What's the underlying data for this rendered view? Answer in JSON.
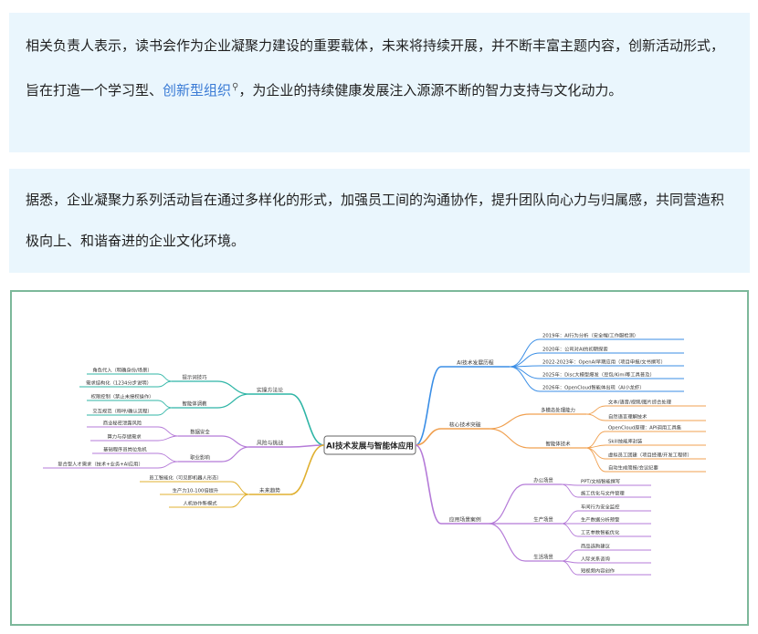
{
  "paragraph1": {
    "before": "相关负责人表示，读书会作为企业凝聚力建设的重要载体，未来将持续开展，并不断丰富主题内容，创新活动形式，旨在打造一个学习型、",
    "link": "创新型组织",
    "after": "，为企业的持续健康发展注入源源不断的智力支持与文化动力。"
  },
  "paragraph2": {
    "text": "据悉，企业凝聚力系列活动旨在通过多样化的形式，加强员工间的沟通协作，提升团队向心力与归属感，共同营造积极向上、和谐奋进的企业文化环境。"
  },
  "colors": {
    "blue": "#3a8ee6",
    "orange": "#f0a050",
    "purple": "#b57bd8",
    "teal": "#2fb5a6",
    "gold": "#e0b030",
    "frame": "#7cb89a"
  },
  "mindmap": {
    "root": "AI技术发展与智能体应用",
    "right": [
      {
        "label": "AI技术发展历程",
        "color": "blue",
        "leaves": [
          "2019年：AI行为分析（安全帽/工作服检测）",
          "2020年：公司对AI的初期探索",
          "2022-2023年：OpenAI早期应用（项目申报/文书撰写）",
          "2025年：Disc大模型爆发（豆包/Kimi等工具普及）",
          "2026年：OpenCloud智能体出现（AI小龙虾）"
        ]
      },
      {
        "label": "核心技术突破",
        "color": "orange",
        "subs": [
          {
            "label": "多模态处理能力",
            "leaves": [
              "文本/语音/视频/图片综合处理",
              "自然语言理解技术"
            ]
          },
          {
            "label": "智能体技术",
            "leaves": [
              "OpenCloud原理：API调用工具集",
              "Skill技能库封装",
              "虚拟员工团建（项目经理/开发工程师）",
              "自动生成简报/会议纪要"
            ]
          }
        ]
      },
      {
        "label": "应用场景案例",
        "color": "purple",
        "subs": [
          {
            "label": "办公场景",
            "leaves": [
              "PPT/文档智能撰写",
              "施工优化与文件管理"
            ]
          },
          {
            "label": "生产场景",
            "leaves": [
              "车间行为安全监控",
              "生产数据分析预警",
              "工艺参数智能优化"
            ]
          },
          {
            "label": "生活场景",
            "leaves": [
              "商品选购建议",
              "人际关系咨询",
              "短视频内容创作"
            ]
          }
        ]
      }
    ],
    "left": [
      {
        "label": "实操方法论",
        "color": "teal",
        "subs": [
          {
            "label": "提示词技巧",
            "leaves": [
              "角色代入（明确身份/场景）",
              "需求结构化（1234分步说明）"
            ]
          },
          {
            "label": "智能体调教",
            "leaves": [
              "权限控制（禁止未授权操作）",
              "交互规范（称呼/确认流程）"
            ]
          }
        ]
      },
      {
        "label": "风险与挑战",
        "color": "purple",
        "subs": [
          {
            "label": "数据安全",
            "leaves": [
              "商业秘密泄露风险",
              "算力与存储需求"
            ]
          },
          {
            "label": "职业影响",
            "leaves": [
              "基础程序员岗位危机",
              "复合型人才需求（技术+业务+AI应用）"
            ]
          }
        ]
      },
      {
        "label": "未来趋势",
        "color": "gold",
        "leaves": [
          "员工智能化（可见即机器人形态）",
          "生产力10-100倍提升",
          "人机协作新模式"
        ]
      }
    ]
  }
}
